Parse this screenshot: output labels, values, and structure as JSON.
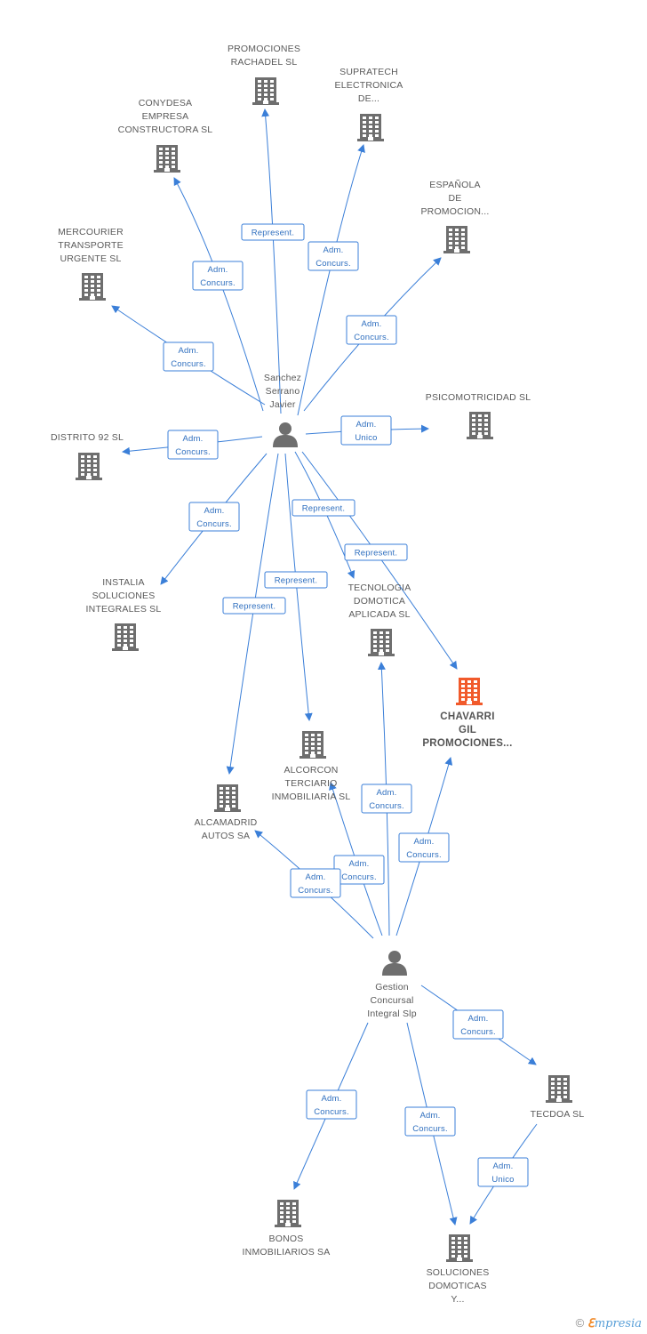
{
  "colors": {
    "edge": "#3b7fd8",
    "box_border": "#3b7fd8",
    "icon": "#6e6e6e",
    "highlight": "#f15a2b"
  },
  "nodes": [
    {
      "id": "sanchez",
      "type": "person",
      "lines": [
        "Sanchez",
        "Serrano",
        "Javier"
      ]
    },
    {
      "id": "gestion",
      "type": "person",
      "lines": [
        "Gestion",
        "Concursal",
        "Integral Slp"
      ]
    },
    {
      "id": "promociones_rachadel",
      "type": "company",
      "lines": [
        "PROMOCIONES",
        "RACHADEL SL"
      ]
    },
    {
      "id": "supratech",
      "type": "company",
      "lines": [
        "SUPRATECH",
        "ELECTRONICA",
        "DE..."
      ]
    },
    {
      "id": "conydesa",
      "type": "company",
      "lines": [
        "CONYDESA",
        "EMPRESA",
        "CONSTRUCTORA SL"
      ]
    },
    {
      "id": "espanola",
      "type": "company",
      "lines": [
        "ESPAÑOLA",
        "DE",
        "PROMOCION..."
      ]
    },
    {
      "id": "mercourier",
      "type": "company",
      "lines": [
        "MERCOURIER",
        "TRANSPORTE",
        "URGENTE SL"
      ]
    },
    {
      "id": "psicomotricidad",
      "type": "company",
      "lines": [
        "PSICOMOTRICIDAD SL"
      ]
    },
    {
      "id": "distrito92",
      "type": "company",
      "lines": [
        "DISTRITO 92 SL"
      ]
    },
    {
      "id": "instalia",
      "type": "company",
      "lines": [
        "INSTALIA",
        "SOLUCIONES",
        "INTEGRALES SL"
      ]
    },
    {
      "id": "tecnologia",
      "type": "company",
      "lines": [
        "TECNOLOGIA",
        "DOMOTICA",
        "APLICADA SL"
      ]
    },
    {
      "id": "chavarri",
      "type": "company",
      "main": true,
      "lines": [
        "CHAVARRI",
        "GIL",
        "PROMOCIONES..."
      ]
    },
    {
      "id": "alcorcon",
      "type": "company",
      "lines": [
        "ALCORCON",
        "TERCIARIO",
        "INMOBILIARIA SL"
      ]
    },
    {
      "id": "alcamadrid",
      "type": "company",
      "lines": [
        "ALCAMADRID",
        "AUTOS SA"
      ]
    },
    {
      "id": "tecdoa",
      "type": "company",
      "lines": [
        "TECDOA SL"
      ]
    },
    {
      "id": "bonos",
      "type": "company",
      "lines": [
        "BONOS",
        "INMOBILIARIOS SA"
      ]
    },
    {
      "id": "soluciones",
      "type": "company",
      "lines": [
        "SOLUCIONES",
        "DOMOTICAS",
        "Y..."
      ]
    }
  ],
  "edges": [
    {
      "from": "sanchez",
      "to": "promociones_rachadel",
      "label": [
        "Represent."
      ]
    },
    {
      "from": "sanchez",
      "to": "supratech",
      "label": [
        "Adm.",
        "Concurs."
      ]
    },
    {
      "from": "sanchez",
      "to": "conydesa",
      "label": [
        "Adm.",
        "Concurs."
      ]
    },
    {
      "from": "sanchez",
      "to": "espanola",
      "label": [
        "Adm.",
        "Concurs."
      ]
    },
    {
      "from": "sanchez",
      "to": "mercourier",
      "label": [
        "Adm.",
        "Concurs."
      ]
    },
    {
      "from": "sanchez",
      "to": "psicomotricidad",
      "label": [
        "Adm.",
        "Unico"
      ]
    },
    {
      "from": "sanchez",
      "to": "distrito92",
      "label": [
        "Adm.",
        "Concurs."
      ]
    },
    {
      "from": "sanchez",
      "to": "instalia",
      "label": [
        "Adm.",
        "Concurs."
      ]
    },
    {
      "from": "sanchez",
      "to": "tecnologia",
      "label": [
        "Represent."
      ]
    },
    {
      "from": "sanchez",
      "to": "chavarri",
      "label": [
        "Represent."
      ]
    },
    {
      "from": "sanchez",
      "to": "alcorcon",
      "label": [
        "Represent."
      ]
    },
    {
      "from": "sanchez",
      "to": "alcamadrid",
      "label": [
        "Represent."
      ]
    },
    {
      "from": "gestion",
      "to": "tecnologia",
      "label": [
        "Adm.",
        "Concurs."
      ]
    },
    {
      "from": "gestion",
      "to": "chavarri",
      "label": [
        "Adm.",
        "Concurs."
      ]
    },
    {
      "from": "gestion",
      "to": "alcorcon",
      "label": [
        "Adm.",
        "Concurs."
      ]
    },
    {
      "from": "gestion",
      "to": "alcamadrid",
      "label": [
        "Adm.",
        "Concurs."
      ]
    },
    {
      "from": "gestion",
      "to": "tecdoa",
      "label": [
        "Adm.",
        "Concurs."
      ]
    },
    {
      "from": "gestion",
      "to": "bonos",
      "label": [
        "Adm.",
        "Concurs."
      ]
    },
    {
      "from": "gestion",
      "to": "soluciones",
      "label": [
        "Adm.",
        "Concurs."
      ]
    },
    {
      "from": "tecdoa",
      "to": "soluciones",
      "label": [
        "Adm.",
        "Unico"
      ]
    }
  ],
  "footer": {
    "copyright": "©",
    "brand_first": "ℇ",
    "brand_rest": "mpresia"
  }
}
